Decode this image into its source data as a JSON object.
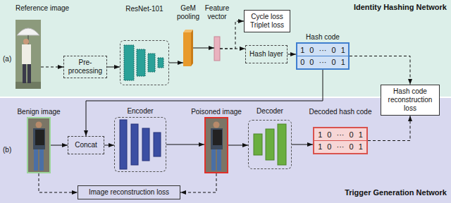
{
  "diagram": {
    "nodes": [
      {
        "text": [
          "(a)",
          "Identity Hashing Network"
        ]
      },
      {
        "text": [
          "Reference image"
        ],
        "in": 0
      },
      {
        "text": [
          "Pre-processing"
        ],
        "in": 0
      },
      {
        "text": [
          "ResNet-101"
        ],
        "in": 0
      },
      {
        "text": [
          "GeM pooling"
        ],
        "in": 0
      },
      {
        "text": [
          "Feature vector"
        ],
        "in": 0
      },
      {
        "text": [
          "Cycle loss Triplet loss"
        ],
        "in": 0
      },
      {
        "text": [
          "Hash layer"
        ],
        "in": 0
      },
      {
        "text": [
          "Hash code",
          "1 0 ··· 0 1",
          "0 0 ··· 0 1"
        ],
        "in": 0
      },
      {
        "text": [
          "Hash code reconstruction loss"
        ]
      },
      {
        "text": [
          "(b)",
          "Trigger Generation Network"
        ]
      },
      {
        "text": [
          "Benign image"
        ],
        "in": 10
      },
      {
        "text": [
          "Concat"
        ],
        "in": 10
      },
      {
        "text": [
          "Encoder"
        ],
        "in": 10
      },
      {
        "text": [
          "Poisoned image"
        ],
        "in": 10
      },
      {
        "text": [
          "Decoder"
        ],
        "in": 10
      },
      {
        "text": [
          "Decoded hash code",
          "1 0 ··· 0 1",
          "1 0 ··· 0 1"
        ],
        "in": 10
      },
      {
        "text": [
          "Image reconstruction loss"
        ],
        "in": 10
      }
    ],
    "edges": [
      {
        "from": 1,
        "to": 2,
        "arrow": "to"
      },
      {
        "from": 2,
        "to": 3,
        "arrow": "to"
      },
      {
        "from": 3,
        "to": 4,
        "arrow": "to"
      },
      {
        "from": 4,
        "to": 5,
        "arrow": "to"
      },
      {
        "from": 5,
        "to": 6,
        "arrow": "to"
      },
      {
        "from": 5,
        "to": 7,
        "arrow": "to"
      },
      {
        "from": 7,
        "to": 8,
        "arrow": "to"
      },
      {
        "from": 8,
        "to": 9,
        "arrow": "to"
      },
      {
        "from": 8,
        "to": 12,
        "arrow": "to"
      },
      {
        "from": 11,
        "to": 12,
        "arrow": "to"
      },
      {
        "from": 12,
        "to": 13,
        "arrow": "to"
      },
      {
        "from": 13,
        "to": 14,
        "arrow": "to"
      },
      {
        "from": 14,
        "to": 15,
        "arrow": "to"
      },
      {
        "from": 15,
        "to": 16,
        "arrow": "to"
      },
      {
        "from": 16,
        "to": 9,
        "arrow": "to"
      },
      {
        "from": 11,
        "to": 17,
        "arrow": "to"
      },
      {
        "from": 14,
        "to": 17,
        "arrow": "to"
      }
    ]
  }
}
